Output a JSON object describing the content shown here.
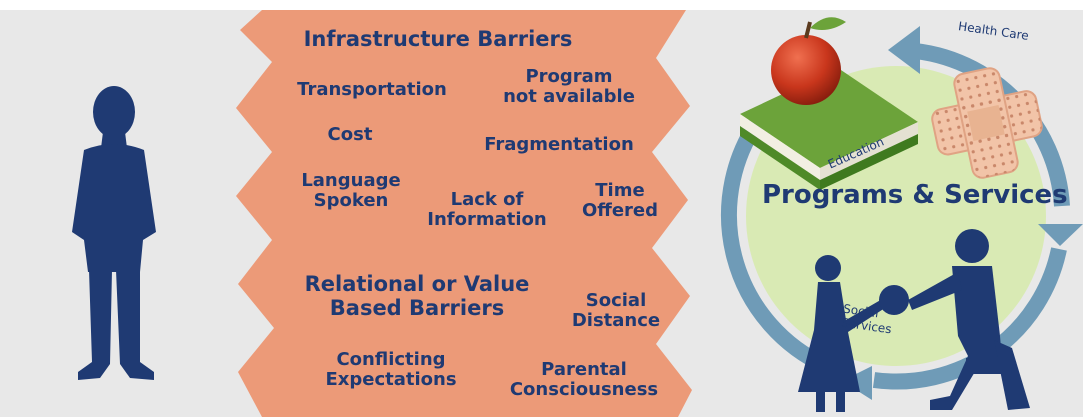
{
  "infrastructure": {
    "heading": "Infrastructure Barriers",
    "items": [
      "Transportation",
      "Program\nnot available",
      "Cost",
      "Fragmentation",
      "Language\nSpoken",
      "Lack of\nInformation",
      "Time\nOffered"
    ]
  },
  "relational": {
    "heading": "Relational or Value\nBased Barriers",
    "items": [
      "Social\nDistance",
      "Conflicting\nExpectations",
      "Parental\nConsciousness"
    ]
  },
  "services": {
    "title": "Programs & Services",
    "health_care": "Health Care",
    "education": "Education",
    "social_services": "Social\nServices"
  },
  "colors": {
    "panel": "#e8e8e8",
    "barrier_fill": "#ec9a78",
    "text": "#1f3a73",
    "circle_fill": "#d9eab4",
    "ring": "#6f9bb7"
  }
}
